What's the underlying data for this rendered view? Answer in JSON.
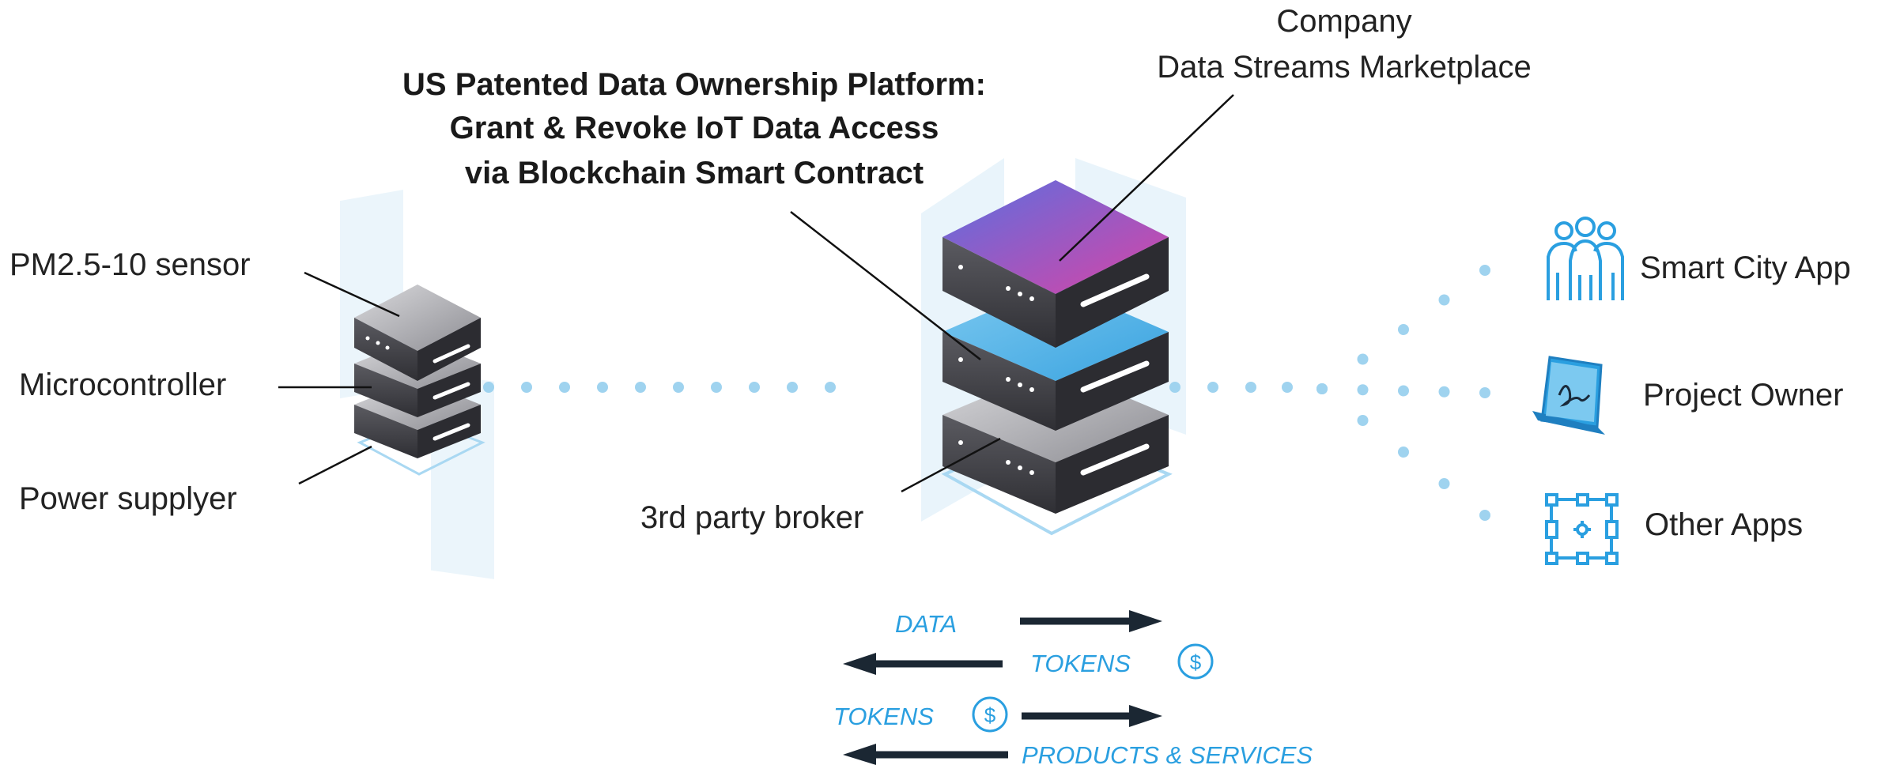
{
  "title": {
    "line1": "US Patented Data Ownership Platform:",
    "line2": "Grant & Revoke IoT Data Access",
    "line3": "via Blockchain Smart Contract"
  },
  "marketplace": {
    "line1": "Company",
    "line2": "Data Streams Marketplace"
  },
  "device_labels": {
    "sensor": "PM2.5-10 sensor",
    "microcontroller": "Microcontroller",
    "power": "Power supplyer"
  },
  "broker_label": "3rd party broker",
  "consumers": {
    "smart_city": "Smart City App",
    "project_owner": "Project Owner",
    "other_apps": "Other Apps"
  },
  "legend": {
    "data": "DATA",
    "tokens_1": "TOKENS",
    "tokens_2": "TOKENS",
    "products": "PRODUCTS & SERVICES",
    "currency_symbol": "$"
  },
  "icons": {
    "people": "people-group-icon",
    "tablet": "tablet-signature-icon",
    "apps": "apps-grid-icon",
    "coin": "dollar-coin-icon"
  },
  "colors": {
    "dots": "#9fd3ef",
    "accent_blue": "#2a9fe0",
    "arrow": "#1b2733",
    "server_dark": "#3d3d42",
    "server_mid": "#5a5a60",
    "top_layer_start": "#5e6ee0",
    "top_layer_end": "#d447a8",
    "mid_layer": "#4db4e8"
  }
}
